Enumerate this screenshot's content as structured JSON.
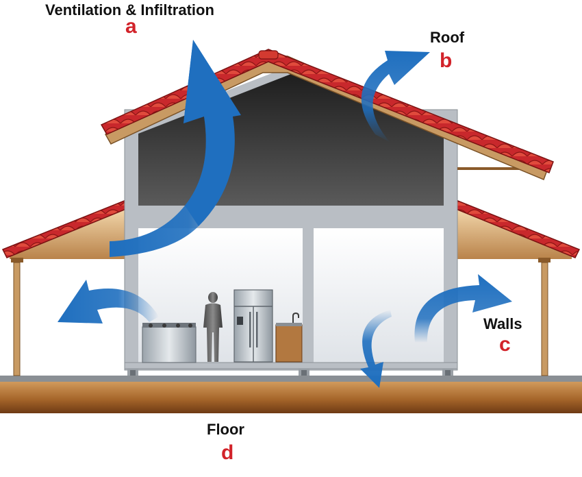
{
  "labels": {
    "a": {
      "title": "Ventilation & Infiltration",
      "letter": "a"
    },
    "b": {
      "title": "Roof",
      "letter": "b"
    },
    "c": {
      "title": "Walls",
      "letter": "c"
    },
    "d": {
      "title": "Floor",
      "letter": "d"
    }
  },
  "colors": {
    "letter_red": "#d2232a",
    "arrow_blue": "#1f6fbf",
    "roof_tile_red": "#c8282c",
    "attic_dark": "#3a3a3a",
    "frame_gray": "#b9bec4",
    "ground_brown": "#a86a2e",
    "wood": "#c89a63"
  },
  "icons": [
    "ventilation-arrow-icon",
    "roof-heat-arrow-icon",
    "wall-heat-arrow-icon",
    "floor-heat-arrow-icon",
    "person-icon",
    "refrigerator-icon",
    "stove-icon",
    "sink-cabinet-icon"
  ]
}
